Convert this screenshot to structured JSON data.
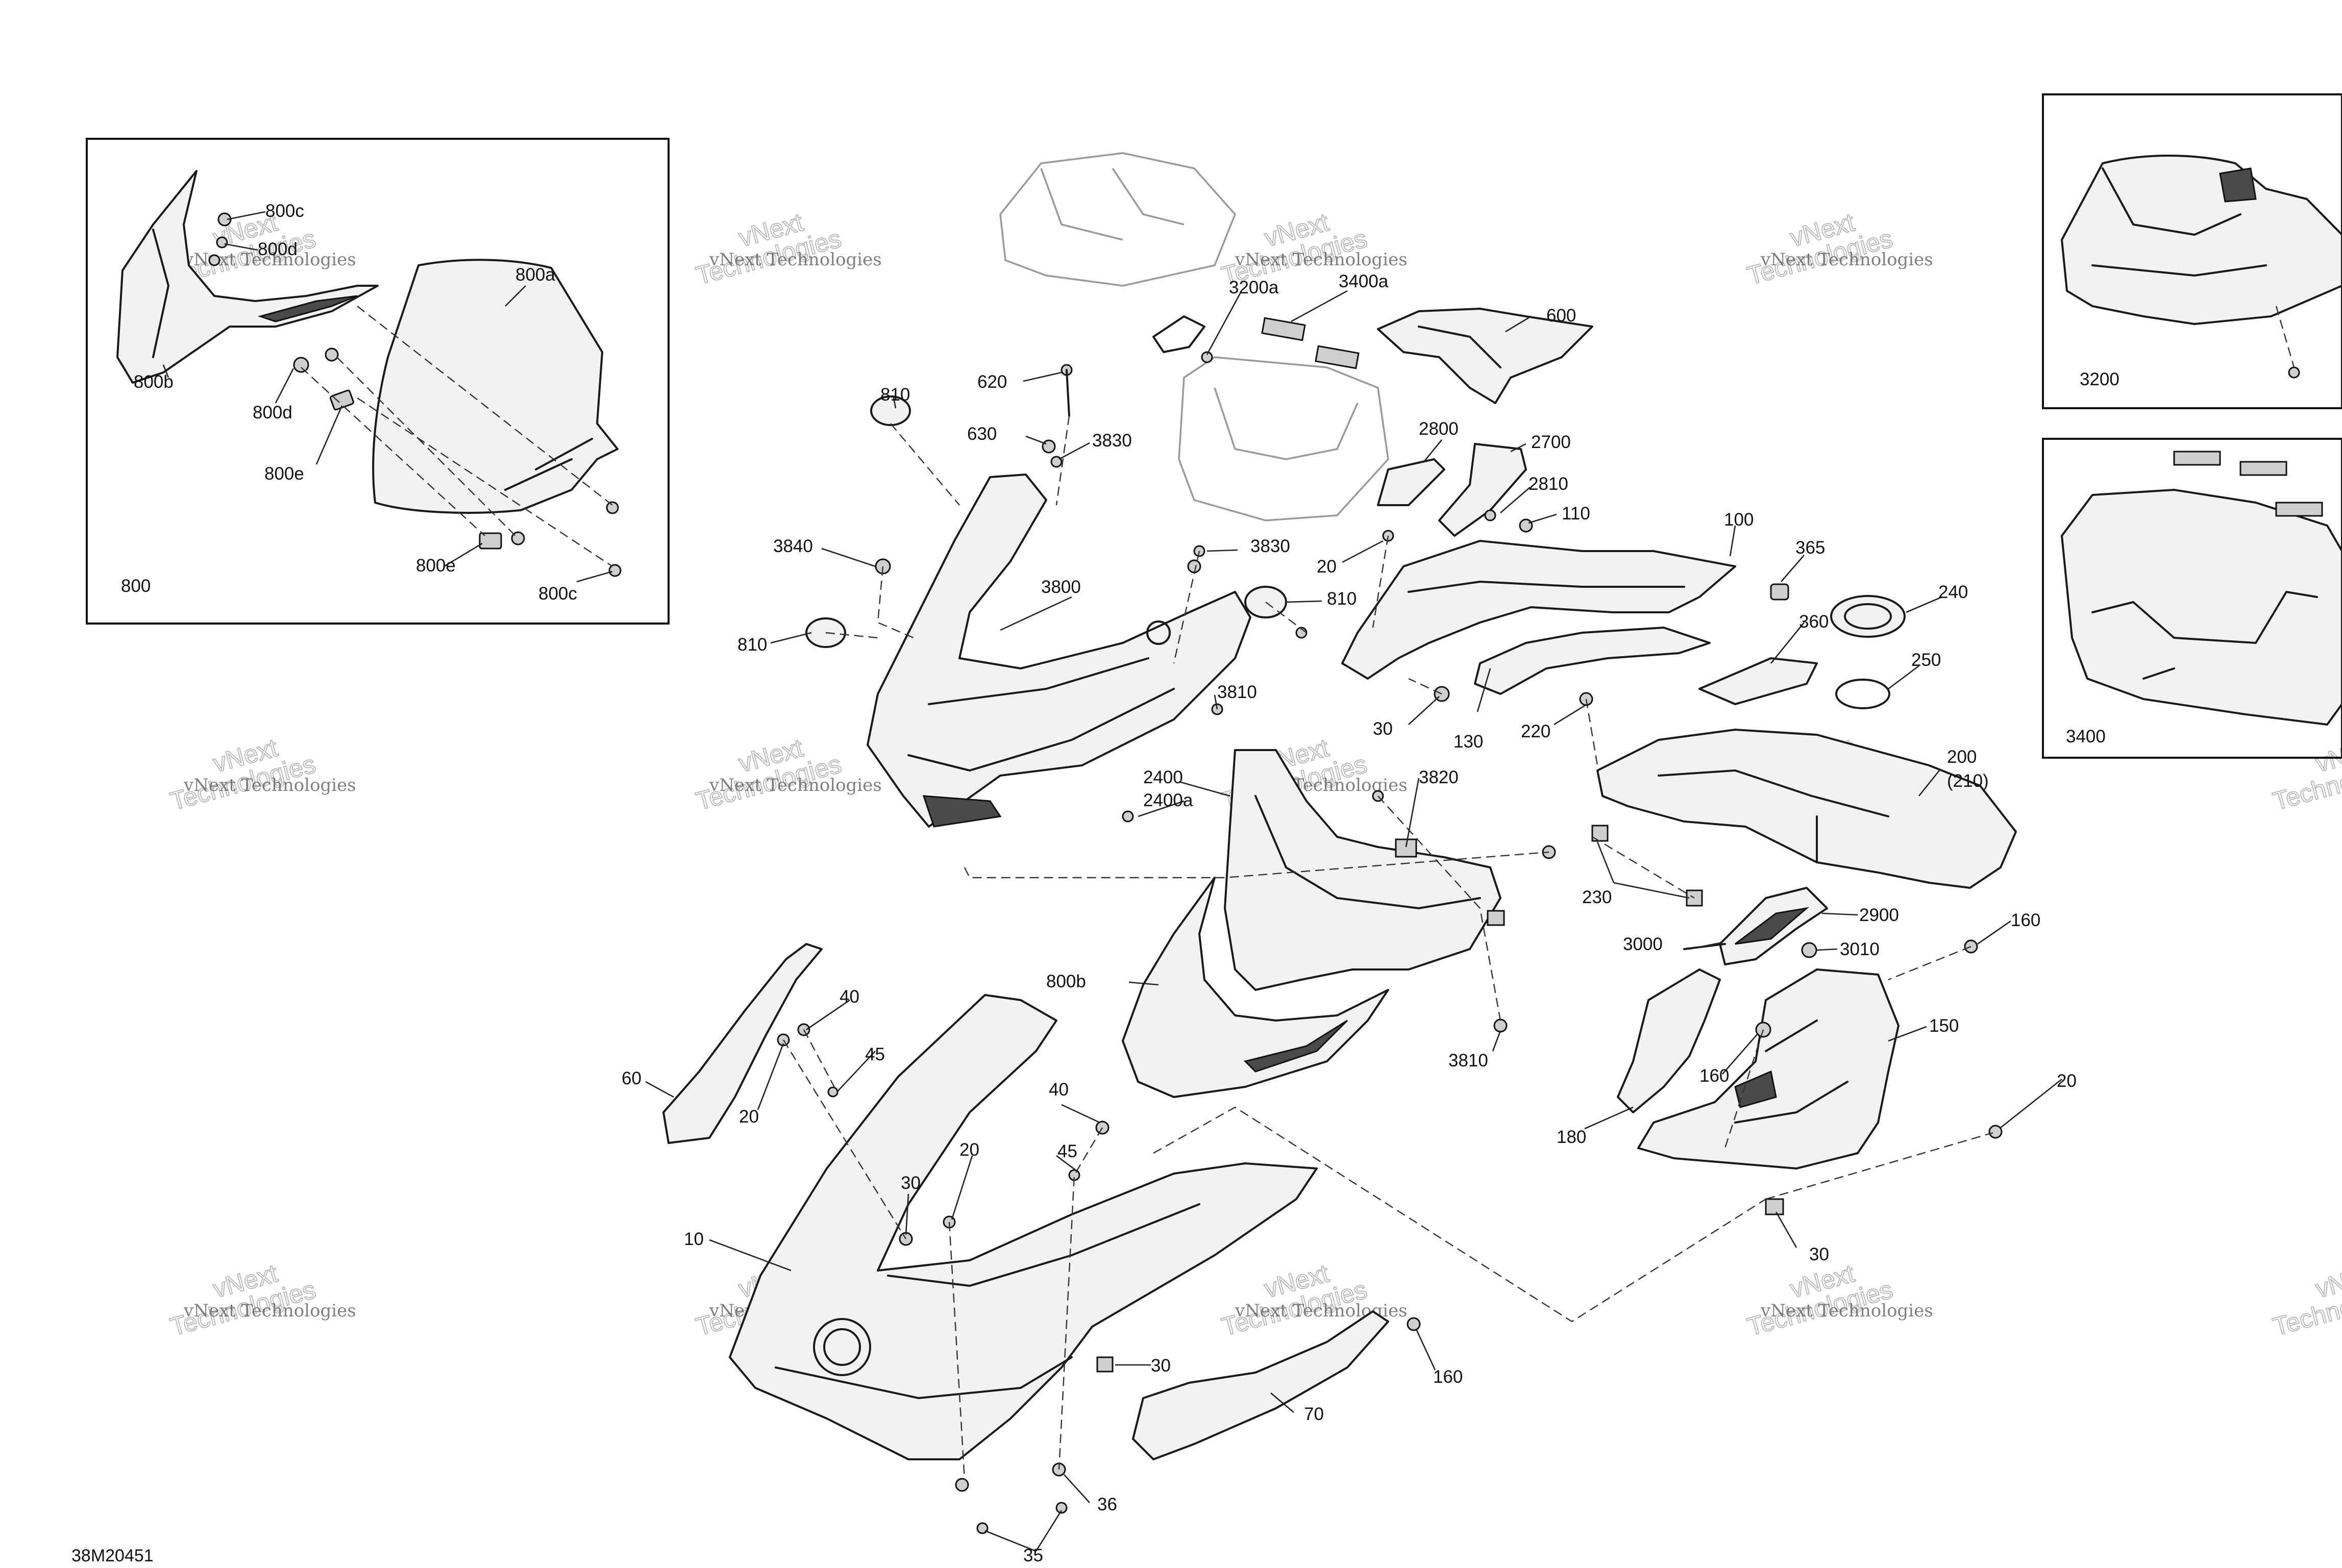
{
  "drawing_ref": "38M20451",
  "watermark": {
    "line1": "vNext Technologies",
    "line2": "vNext",
    "line3": "Technologies"
  },
  "callouts": {
    "c800c_top": "800c",
    "c800d_top": "800d",
    "c800a": "800a",
    "c800b_inset": "800b",
    "c800d": "800d",
    "c800e_1": "800e",
    "c800e_2": "800e",
    "c800c_bottom": "800c",
    "c800_inset": "800",
    "c3200a": "3200a",
    "c3400a": "3400a",
    "c600": "600",
    "c620": "620",
    "c810_1": "810",
    "c630": "630",
    "c3830_1": "3830",
    "c2800": "2800",
    "c2700": "2700",
    "c2810": "2810",
    "c110": "110",
    "c100": "100",
    "c3840": "3840",
    "c3800": "3800",
    "c3830_2": "3830",
    "c20_1": "20",
    "c810_2": "810",
    "c810_3": "810",
    "c365": "365",
    "c240": "240",
    "c360": "360",
    "c250": "250",
    "c3810_1": "3810",
    "c30_1": "30",
    "c130": "130",
    "c220": "220",
    "c200": "200",
    "c210": "(210)",
    "c2400": "2400",
    "c2400a": "2400a",
    "c3820": "3820",
    "c230": "230",
    "c2900": "2900",
    "c3000": "3000",
    "c3010": "3010",
    "c160_1": "160",
    "c800b": "800b",
    "c150": "150",
    "c160_2": "160",
    "c40_1": "40",
    "c45_1": "45",
    "c60": "60",
    "c20_2": "20",
    "c3810_2": "3810",
    "c180": "180",
    "c20_3": "20",
    "c40_2": "40",
    "c20_4": "20",
    "c45_2": "45",
    "c30_2": "30",
    "c10": "10",
    "c30_3": "30",
    "c30_4": "30",
    "c160_3": "160",
    "c70": "70",
    "c36": "36",
    "c35": "35",
    "c3200": "3200",
    "c3400": "3400"
  }
}
